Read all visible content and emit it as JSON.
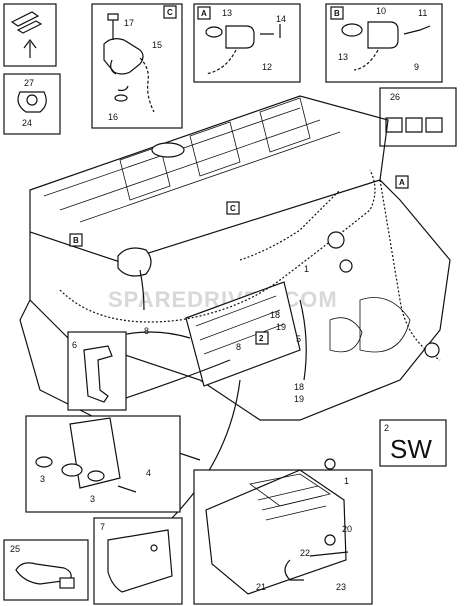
{
  "diagram": {
    "watermark": "SPAREDRIVER.COM",
    "group_label": {
      "number": "2",
      "code": "SW"
    },
    "detail_letters": [
      "A",
      "B",
      "C"
    ],
    "callout_labels": {
      "n1": "1",
      "n2": "2",
      "n3": "3",
      "n4": "4",
      "n5": "5",
      "n6": "6",
      "n7": "7",
      "n8": "8",
      "n9": "9",
      "n10": "10",
      "n11": "11",
      "n12": "12",
      "n13": "13",
      "n14": "14",
      "n15": "15",
      "n16": "16",
      "n17": "17",
      "n18": "18",
      "n19": "19",
      "n20": "20",
      "n21": "21",
      "n22": "22",
      "n23": "23",
      "n24": "24",
      "n25": "25",
      "n26": "26",
      "n27": "27"
    }
  }
}
